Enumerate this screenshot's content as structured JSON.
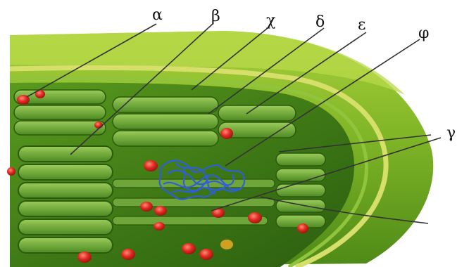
{
  "diagram": {
    "labels": {
      "alpha": "α",
      "beta": "β",
      "chi": "χ",
      "delta": "δ",
      "epsilon": "ε",
      "phi": "φ",
      "gamma": "γ"
    },
    "colors": {
      "outer_membrane": "#8fbf2c",
      "stroma": "#3f7d18",
      "membrane_stripe": "#d6df6a",
      "thylakoid": "#6fa63a",
      "dna": "#2f5fd6",
      "ribosome": "#d8201c",
      "leader_line": "#333333"
    }
  }
}
